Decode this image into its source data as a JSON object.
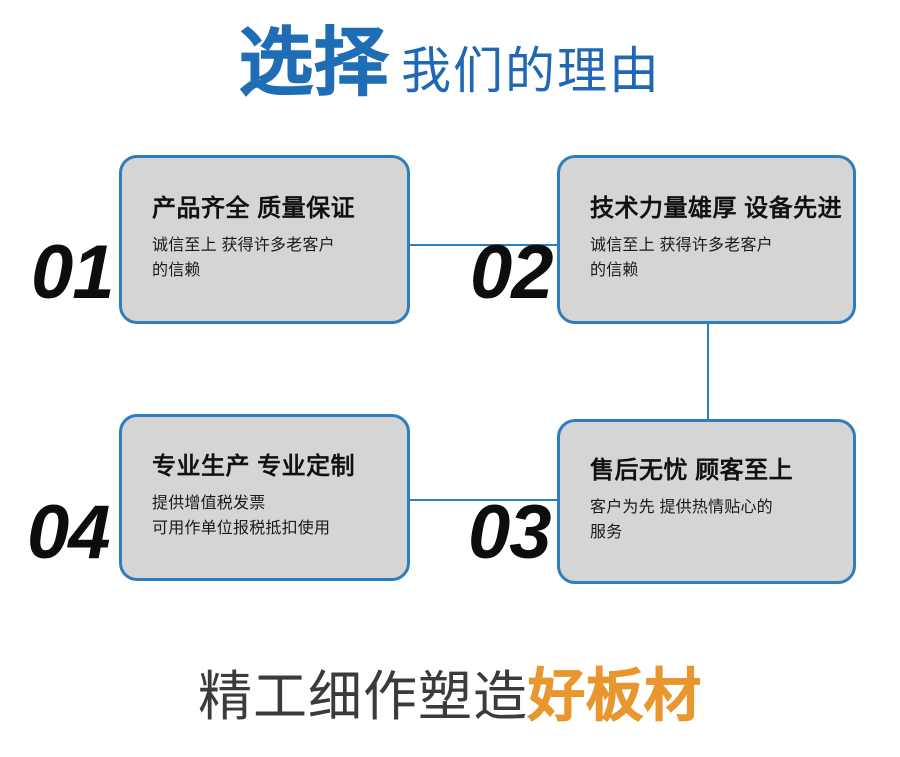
{
  "header": {
    "main_text": "选择",
    "sub_text": "我们的理由",
    "main_color": "#1f6db5",
    "sub_color": "#2068b3"
  },
  "cards": [
    {
      "number": "01",
      "title": "产品齐全 质量保证",
      "body_lines": [
        "诚信至上 获得许多老客户",
        "的信赖"
      ]
    },
    {
      "number": "02",
      "title": "技术力量雄厚 设备先进",
      "body_lines": [
        "诚信至上 获得许多老客户",
        "的信赖"
      ]
    },
    {
      "number": "03",
      "title": "售后无忧 顾客至上",
      "body_lines": [
        "客户为先 提供热情贴心的",
        "服务"
      ]
    },
    {
      "number": "04",
      "title": "专业生产 专业定制",
      "body_lines": [
        "提供增值税发票",
        "可用作单位报税抵扣使用"
      ]
    }
  ],
  "footer": {
    "main_text": "精工细作塑造",
    "accent_text": "好板材",
    "main_color": "#3b3b3b",
    "accent_color": "#e8962e"
  },
  "theme": {
    "card_fill": "#d5d5d5",
    "card_border": "#2e7dbf",
    "connector_color": "#2e7dbf",
    "background": "#ffffff",
    "numeral_color": "#0d0d0d"
  }
}
